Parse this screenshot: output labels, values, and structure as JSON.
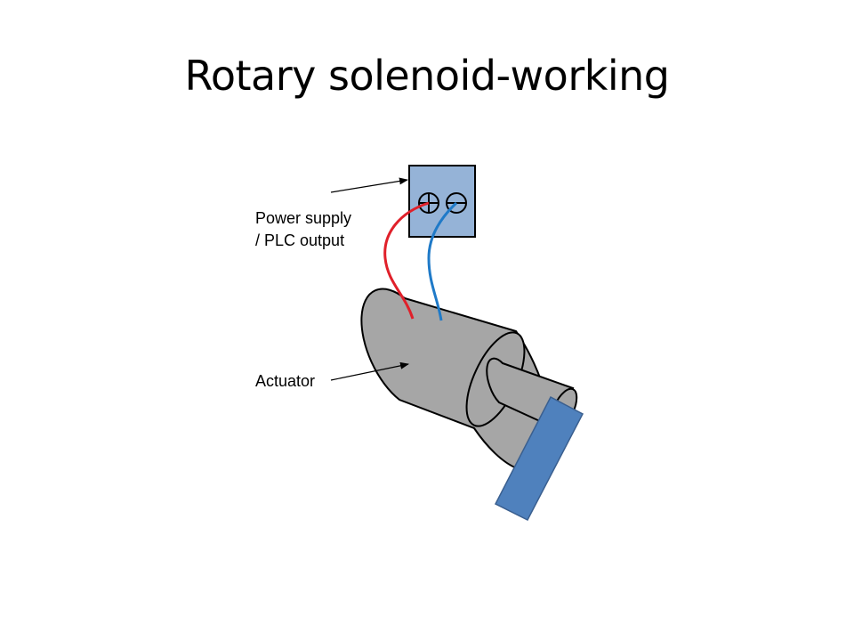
{
  "slide": {
    "title": "Rotary solenoid-working"
  },
  "diagram": {
    "labels": {
      "power_supply_line1": "Power supply",
      "power_supply_line2": "/ PLC output",
      "actuator": "Actuator"
    },
    "colors": {
      "terminal_box": "#95B3D7",
      "actuator_body": "#A6A6A6",
      "arm": "#4F81BD",
      "positive_wire": "#E0202A",
      "negative_wire": "#1F7AC8"
    }
  }
}
